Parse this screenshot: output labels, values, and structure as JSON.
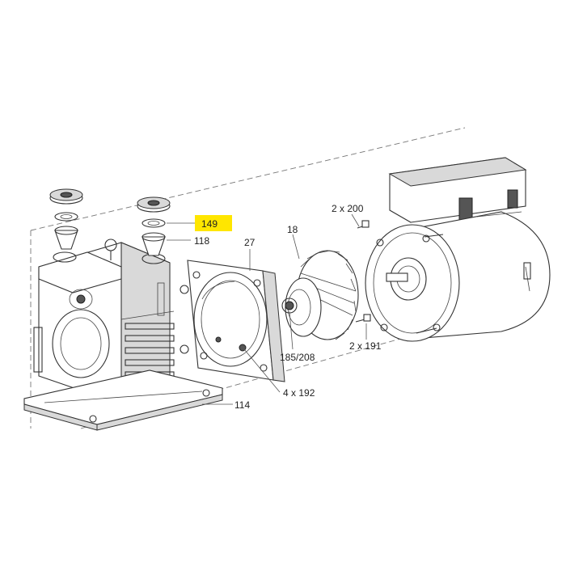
{
  "diagram": {
    "highlight_color": "#ffe600",
    "callouts": {
      "c149": "149",
      "c118": "118",
      "c27": "27",
      "c18": "18",
      "c2x200": "2 x 200",
      "c2x191": "2 x 191",
      "c185_208": "185/208",
      "c4x192": "4 x 192",
      "c114": "114"
    }
  }
}
